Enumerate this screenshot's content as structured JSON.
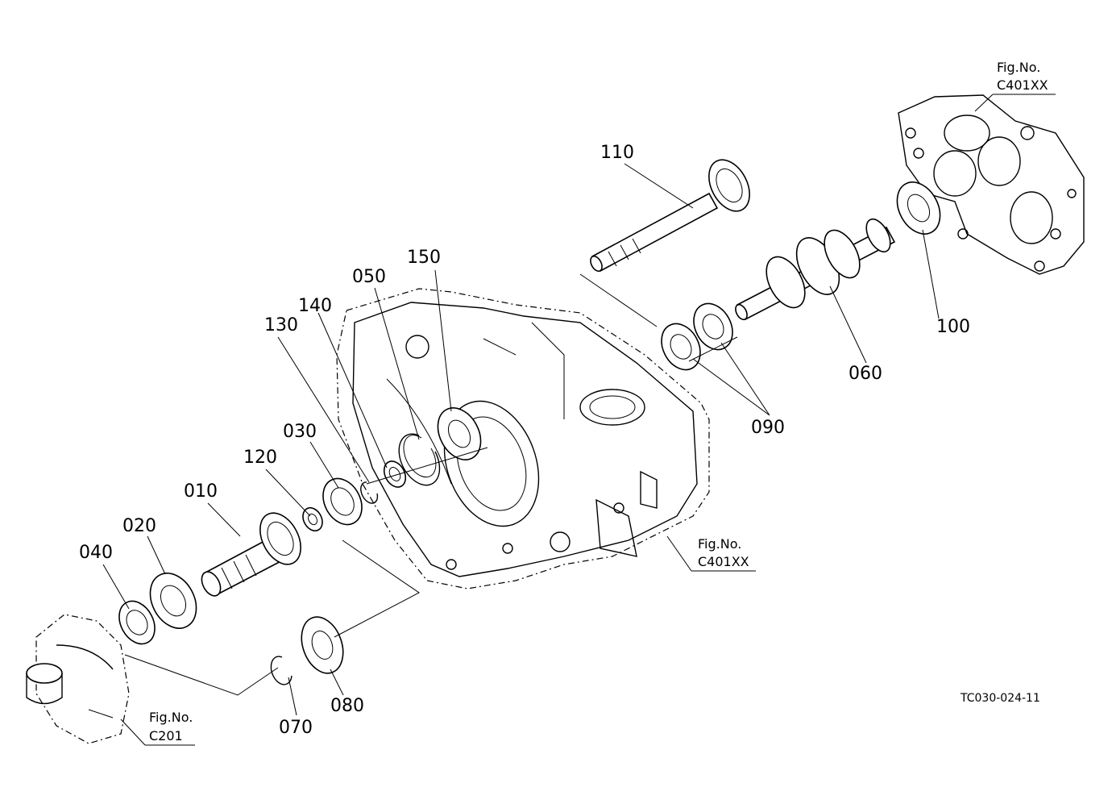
{
  "parts": [
    {
      "id": "010",
      "label": "010"
    },
    {
      "id": "020",
      "label": "020"
    },
    {
      "id": "030",
      "label": "030"
    },
    {
      "id": "040",
      "label": "040"
    },
    {
      "id": "050",
      "label": "050"
    },
    {
      "id": "060",
      "label": "060"
    },
    {
      "id": "070",
      "label": "070"
    },
    {
      "id": "080",
      "label": "080"
    },
    {
      "id": "090",
      "label": "090"
    },
    {
      "id": "100",
      "label": "100"
    },
    {
      "id": "110",
      "label": "110"
    },
    {
      "id": "120",
      "label": "120"
    },
    {
      "id": "130",
      "label": "130"
    },
    {
      "id": "140",
      "label": "140"
    },
    {
      "id": "150",
      "label": "150"
    }
  ],
  "references": [
    {
      "title": "Fig.No.",
      "code": "C401XX"
    },
    {
      "title": "Fig.No.",
      "code": "C401XX"
    },
    {
      "title": "Fig.No.",
      "code": "C201"
    }
  ],
  "drawing_code": "TC030-024-11"
}
